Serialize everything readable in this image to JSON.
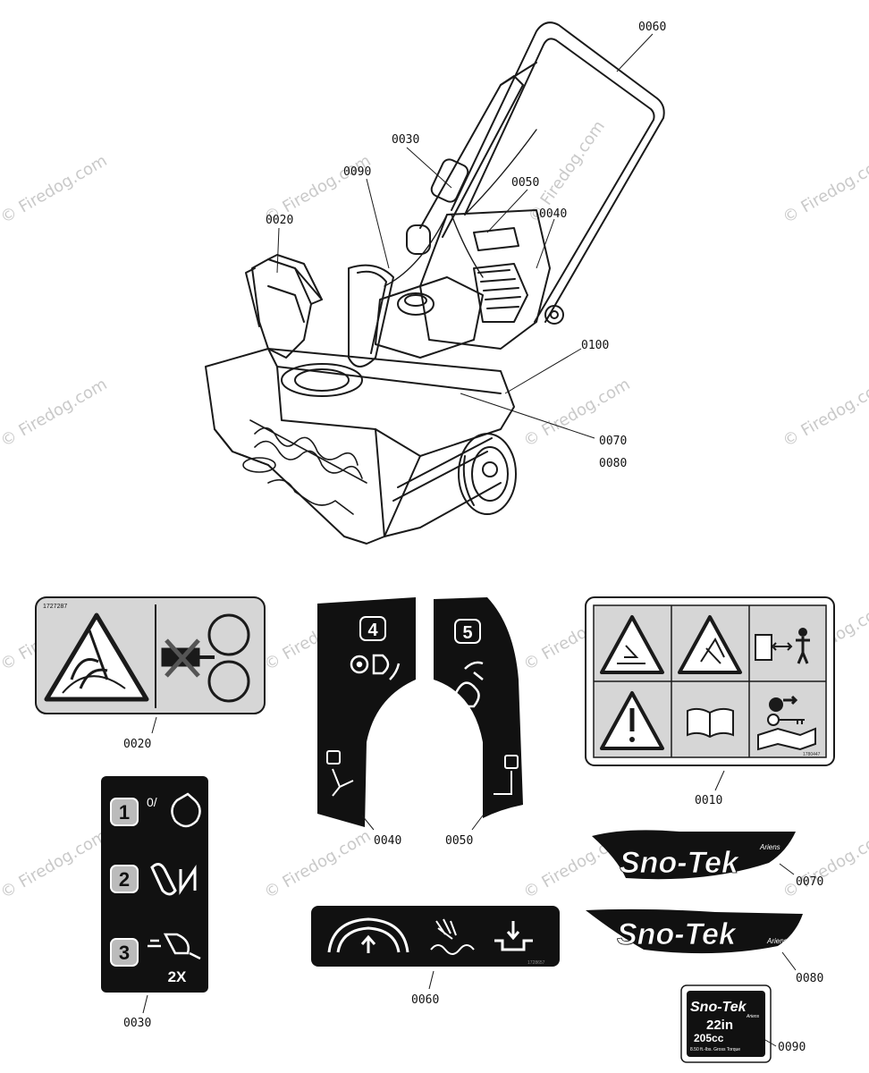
{
  "watermark": "© Firedog.com",
  "callouts": {
    "top_0060": "0060",
    "top_0030": "0030",
    "top_0090": "0090",
    "top_0050": "0050",
    "top_0040": "0040",
    "top_0020": "0020",
    "top_0100": "0100",
    "top_0070": "0070",
    "top_0080": "0080",
    "decal_0020": "0020",
    "decal_0040": "0040",
    "decal_0050": "0050",
    "decal_0010": "0010",
    "decal_0070": "0070",
    "decal_0080": "0080",
    "decal_0030": "0030",
    "decal_0060": "0060",
    "decal_0090": "0090"
  },
  "decals": {
    "d0020_code": "1727287",
    "d0040_step": "4",
    "d0050_step": "5",
    "d0030_steps": [
      "1",
      "2",
      "3"
    ],
    "d0030_repeat": "2X",
    "d0060_code": "1728657",
    "d0010_code": "1780447",
    "brand": "Sno-Tek",
    "brand_sub": "Ariens",
    "d0090_size": "22in",
    "d0090_cc": "205cc",
    "d0090_torque": "8.50 ft.-lbs. Gross Torque"
  },
  "colors": {
    "decal_black": "#111111",
    "decal_grey": "#d6d6d6",
    "line": "#1a1a1a",
    "watermark": "#c9c9c9"
  }
}
